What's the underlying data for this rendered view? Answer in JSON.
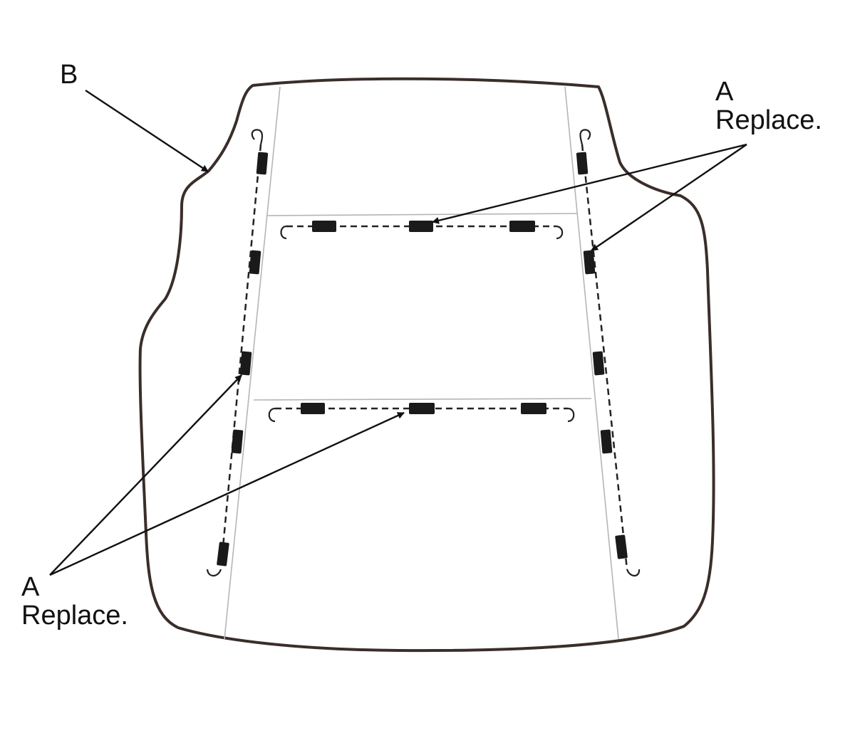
{
  "labels": {
    "b": "B",
    "top_right_letter": "A",
    "top_right_note": "Replace.",
    "bottom_left_letter": "A",
    "bottom_left_note": "Replace."
  },
  "colors": {
    "outline": "#3a2e2a",
    "seam": "#b5b5b5",
    "ring": "#1a1a1a",
    "leader": "#111111"
  }
}
